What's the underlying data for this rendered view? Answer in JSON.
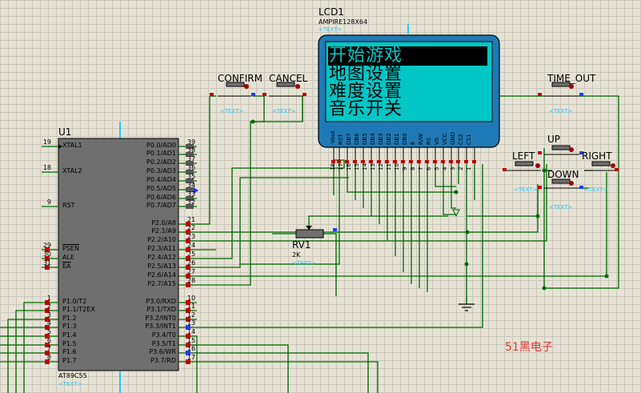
{
  "lcd": {
    "ref": "LCD1",
    "model": "AMPIRE128X64",
    "text_tag": "<TEXT>",
    "menu": [
      "开始游戏",
      "地图设置",
      "难度设置",
      "音乐开关"
    ],
    "pins": [
      "-Vout",
      "RST",
      "DB7",
      "DB6",
      "DB5",
      "DB4",
      "DB3",
      "DB2",
      "DB1",
      "DB0",
      "E",
      "R/W",
      "RS",
      "V0",
      "VCC",
      "GND",
      "CS2",
      "CS1"
    ],
    "pin_numbers": [
      "18",
      "17",
      "16",
      "15",
      "14",
      "13",
      "12",
      "11",
      "10",
      "9",
      "8",
      "7",
      "6",
      "5",
      "4",
      "3",
      "2",
      "1"
    ]
  },
  "mcu": {
    "ref": "U1",
    "model": "AT89C55",
    "text_tag": "<TEXT>",
    "left_pins": [
      {
        "num": "19",
        "name": "XTAL1"
      },
      {
        "num": "18",
        "name": "XTAL2"
      },
      {
        "num": "9",
        "name": "RST"
      },
      {
        "num": "29",
        "name": "PSEN"
      },
      {
        "num": "30",
        "name": "ALE"
      },
      {
        "num": "31",
        "name": "EA"
      },
      {
        "num": "1",
        "name": "P1.0/T2"
      },
      {
        "num": "2",
        "name": "P1.1/T2EX"
      },
      {
        "num": "3",
        "name": "P1.2"
      },
      {
        "num": "4",
        "name": "P1.3"
      },
      {
        "num": "5",
        "name": "P1.4"
      },
      {
        "num": "6",
        "name": "P1.5"
      },
      {
        "num": "7",
        "name": "P1.6"
      },
      {
        "num": "8",
        "name": "P1.7"
      }
    ],
    "right_pins": [
      {
        "num": "39",
        "name": "P0.0/AD0"
      },
      {
        "num": "38",
        "name": "P0.1/AD1"
      },
      {
        "num": "37",
        "name": "P0.2/AD2"
      },
      {
        "num": "36",
        "name": "P0.3/AD3"
      },
      {
        "num": "35",
        "name": "P0.4/AD4"
      },
      {
        "num": "34",
        "name": "P0.5/AD5"
      },
      {
        "num": "33",
        "name": "P0.6/AD6"
      },
      {
        "num": "32",
        "name": "P0.7/AD7"
      },
      {
        "num": "21",
        "name": "P2.0/A8"
      },
      {
        "num": "22",
        "name": "P2.1/A9"
      },
      {
        "num": "23",
        "name": "P2.2/A10"
      },
      {
        "num": "24",
        "name": "P2.3/A11"
      },
      {
        "num": "25",
        "name": "P2.4/A12"
      },
      {
        "num": "26",
        "name": "P2.5/A13"
      },
      {
        "num": "27",
        "name": "P2.6/A14"
      },
      {
        "num": "28",
        "name": "P2.7/A15"
      },
      {
        "num": "10",
        "name": "P3.0/RXD"
      },
      {
        "num": "11",
        "name": "P3.1/TXD"
      },
      {
        "num": "12",
        "name": "P3.2/INT0"
      },
      {
        "num": "13",
        "name": "P3.3/INT1"
      },
      {
        "num": "14",
        "name": "P3.4/T0"
      },
      {
        "num": "15",
        "name": "P3.5/T1"
      },
      {
        "num": "16",
        "name": "P3.6/WR"
      },
      {
        "num": "17",
        "name": "P3.7/RD"
      }
    ]
  },
  "buttons": {
    "confirm": "CONFIRM",
    "cancel": "CANCEL",
    "time_out": "TIME_OUT",
    "up": "UP",
    "left": "LEFT",
    "right": "RIGHT",
    "down": "DOWN",
    "text_tag": "<TEXT>"
  },
  "pot": {
    "ref": "RV1",
    "value": "2K",
    "text_tag": "<TEXT>"
  },
  "watermark": "51黑电子",
  "colors": {
    "wire": "#006a00",
    "body": "#6f6f6f",
    "lcd_bezel": "#1e7ab7",
    "lcd_screen": "#00c6c6",
    "pin_red": "#c00000",
    "pin_blue": "#1d3cff",
    "cyan_tag": "#20c8ff"
  }
}
